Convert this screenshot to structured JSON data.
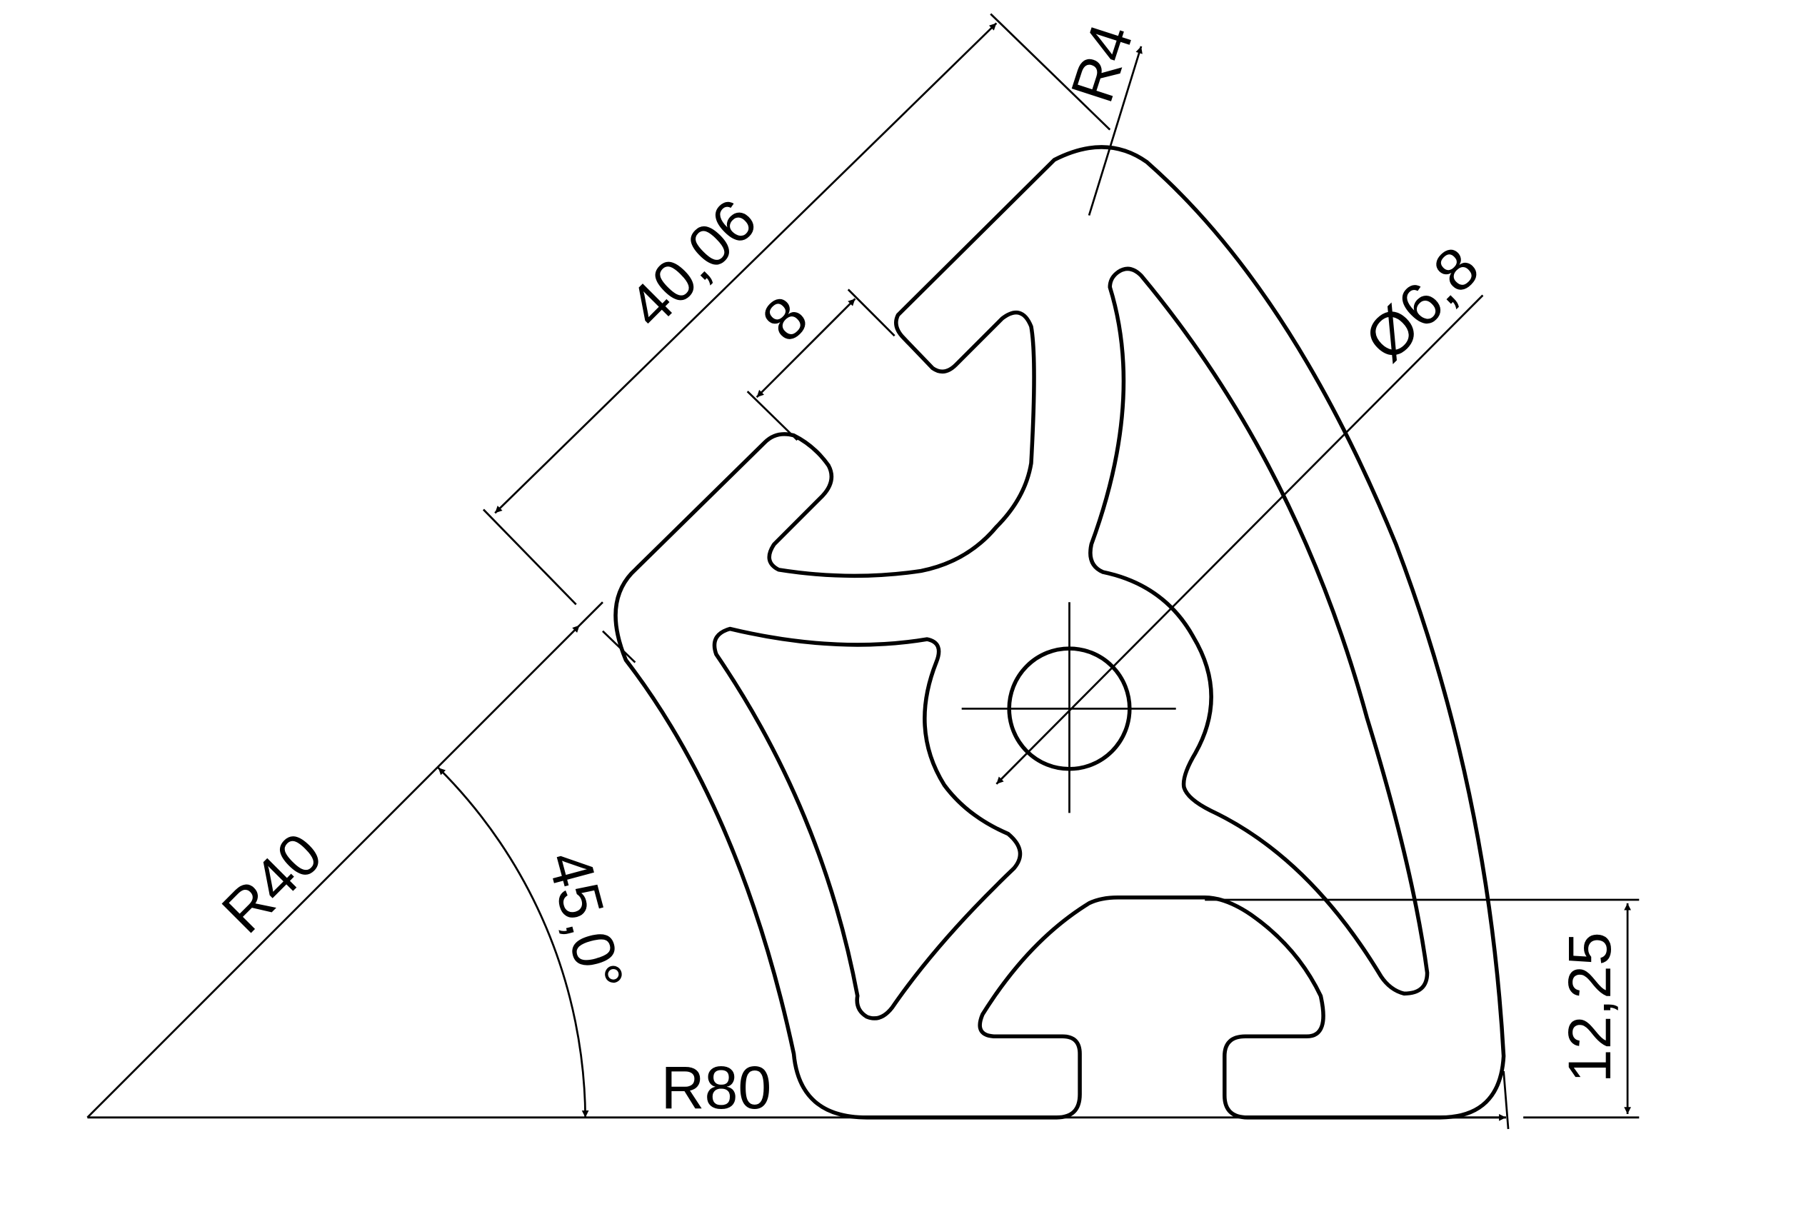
{
  "drawing": {
    "type": "technical-drawing",
    "subject": "45° aluminium extrusion profile cross-section",
    "colors": {
      "background": "#ffffff",
      "line": "#000000"
    }
  },
  "dimensions": {
    "r40": "R40",
    "r80": "R80",
    "r4": "R4",
    "angle": "45,0°",
    "length_40_06": "40,06",
    "slot_8": "8",
    "hole_dia": "Ø6,8",
    "height_12_25": "12,25"
  }
}
